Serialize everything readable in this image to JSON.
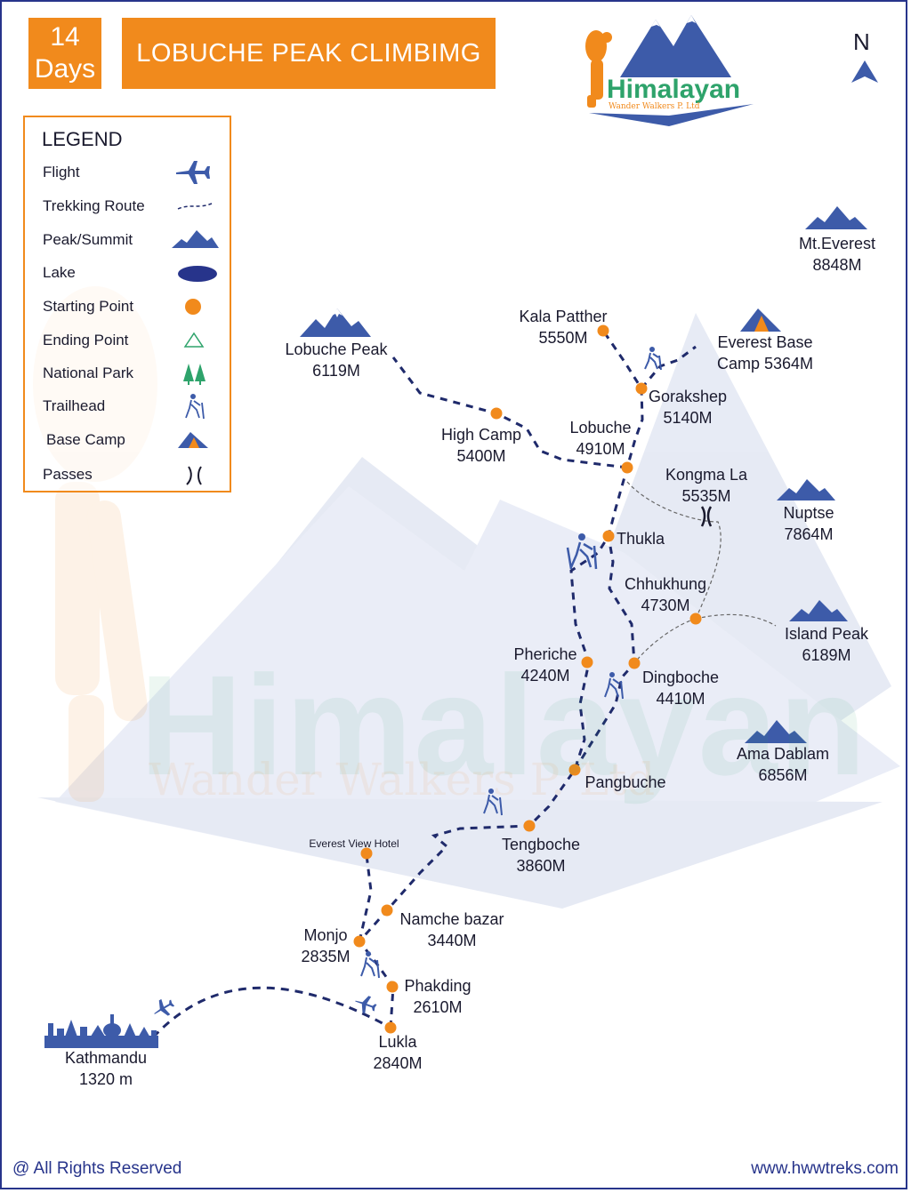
{
  "header": {
    "days_number": "14",
    "days_word": "Days",
    "title": "LOBUCHE PEAK CLIMBIMG"
  },
  "logo": {
    "brand": "Himalayan",
    "tagline": "Wander Walkers P. Ltd"
  },
  "watermark": {
    "brand": "Himalayan",
    "tagline": "Wander Walkers P. Ltd"
  },
  "north_label": "N",
  "legend": {
    "title": "LEGEND",
    "items": [
      {
        "label": "Flight",
        "icon": "airplane-icon"
      },
      {
        "label": "Trekking Route",
        "icon": "dashed-line-icon"
      },
      {
        "label": "Peak/Summit",
        "icon": "mountain-icon"
      },
      {
        "label": "Lake",
        "icon": "lake-icon"
      },
      {
        "label": "Starting Point",
        "icon": "orange-dot-icon"
      },
      {
        "label": "Ending Point",
        "icon": "green-triangle-icon"
      },
      {
        "label": "National Park",
        "icon": "trees-icon"
      },
      {
        "label": "Trailhead",
        "icon": "hiker-icon"
      },
      {
        "label": "Base Camp",
        "icon": "tent-icon"
      },
      {
        "label": "Passes",
        "icon": "pass-icon"
      }
    ]
  },
  "places": [
    {
      "name": "Kathmandu",
      "elevation": "1320 m"
    },
    {
      "name": "Lukla",
      "elevation": "2840M"
    },
    {
      "name": "Phakding",
      "elevation": "2610M"
    },
    {
      "name": "Monjo",
      "elevation": "2835M"
    },
    {
      "name": "Namche bazar",
      "elevation": "3440M"
    },
    {
      "name": "Everest View Hotel",
      "elevation": ""
    },
    {
      "name": "Tengboche",
      "elevation": "3860M"
    },
    {
      "name": "Pangbuche",
      "elevation": ""
    },
    {
      "name": "Pheriche",
      "elevation": "4240M"
    },
    {
      "name": "Dingboche",
      "elevation": "4410M"
    },
    {
      "name": "Chhukhung",
      "elevation": "4730M"
    },
    {
      "name": "Thukla",
      "elevation": ""
    },
    {
      "name": "Lobuche",
      "elevation": "4910M"
    },
    {
      "name": "High Camp",
      "elevation": "5400M"
    },
    {
      "name": "Lobuche Peak",
      "elevation": "6119M"
    },
    {
      "name": "Gorakshep",
      "elevation": "5140M"
    },
    {
      "name": "Kala Patther",
      "elevation": "5550M"
    },
    {
      "name": "Everest Base Camp",
      "elevation": "5364M"
    },
    {
      "name": "Kongma La",
      "elevation": "5535M"
    },
    {
      "name": "Mt.Everest",
      "elevation": "8848M"
    },
    {
      "name": "Nuptse",
      "elevation": "7864M"
    },
    {
      "name": "Island Peak",
      "elevation": "6189M"
    },
    {
      "name": "Ama Dablam",
      "elevation": "6856M"
    }
  ],
  "footer": {
    "copyright": "@ All Rights Reserved",
    "website": "www.hwwtreks.com"
  },
  "colors": {
    "accent_orange": "#f18a1c",
    "route_navy": "#1f2a6b",
    "brand_blue": "#3d5ba9",
    "brand_green": "#2ea36b"
  }
}
